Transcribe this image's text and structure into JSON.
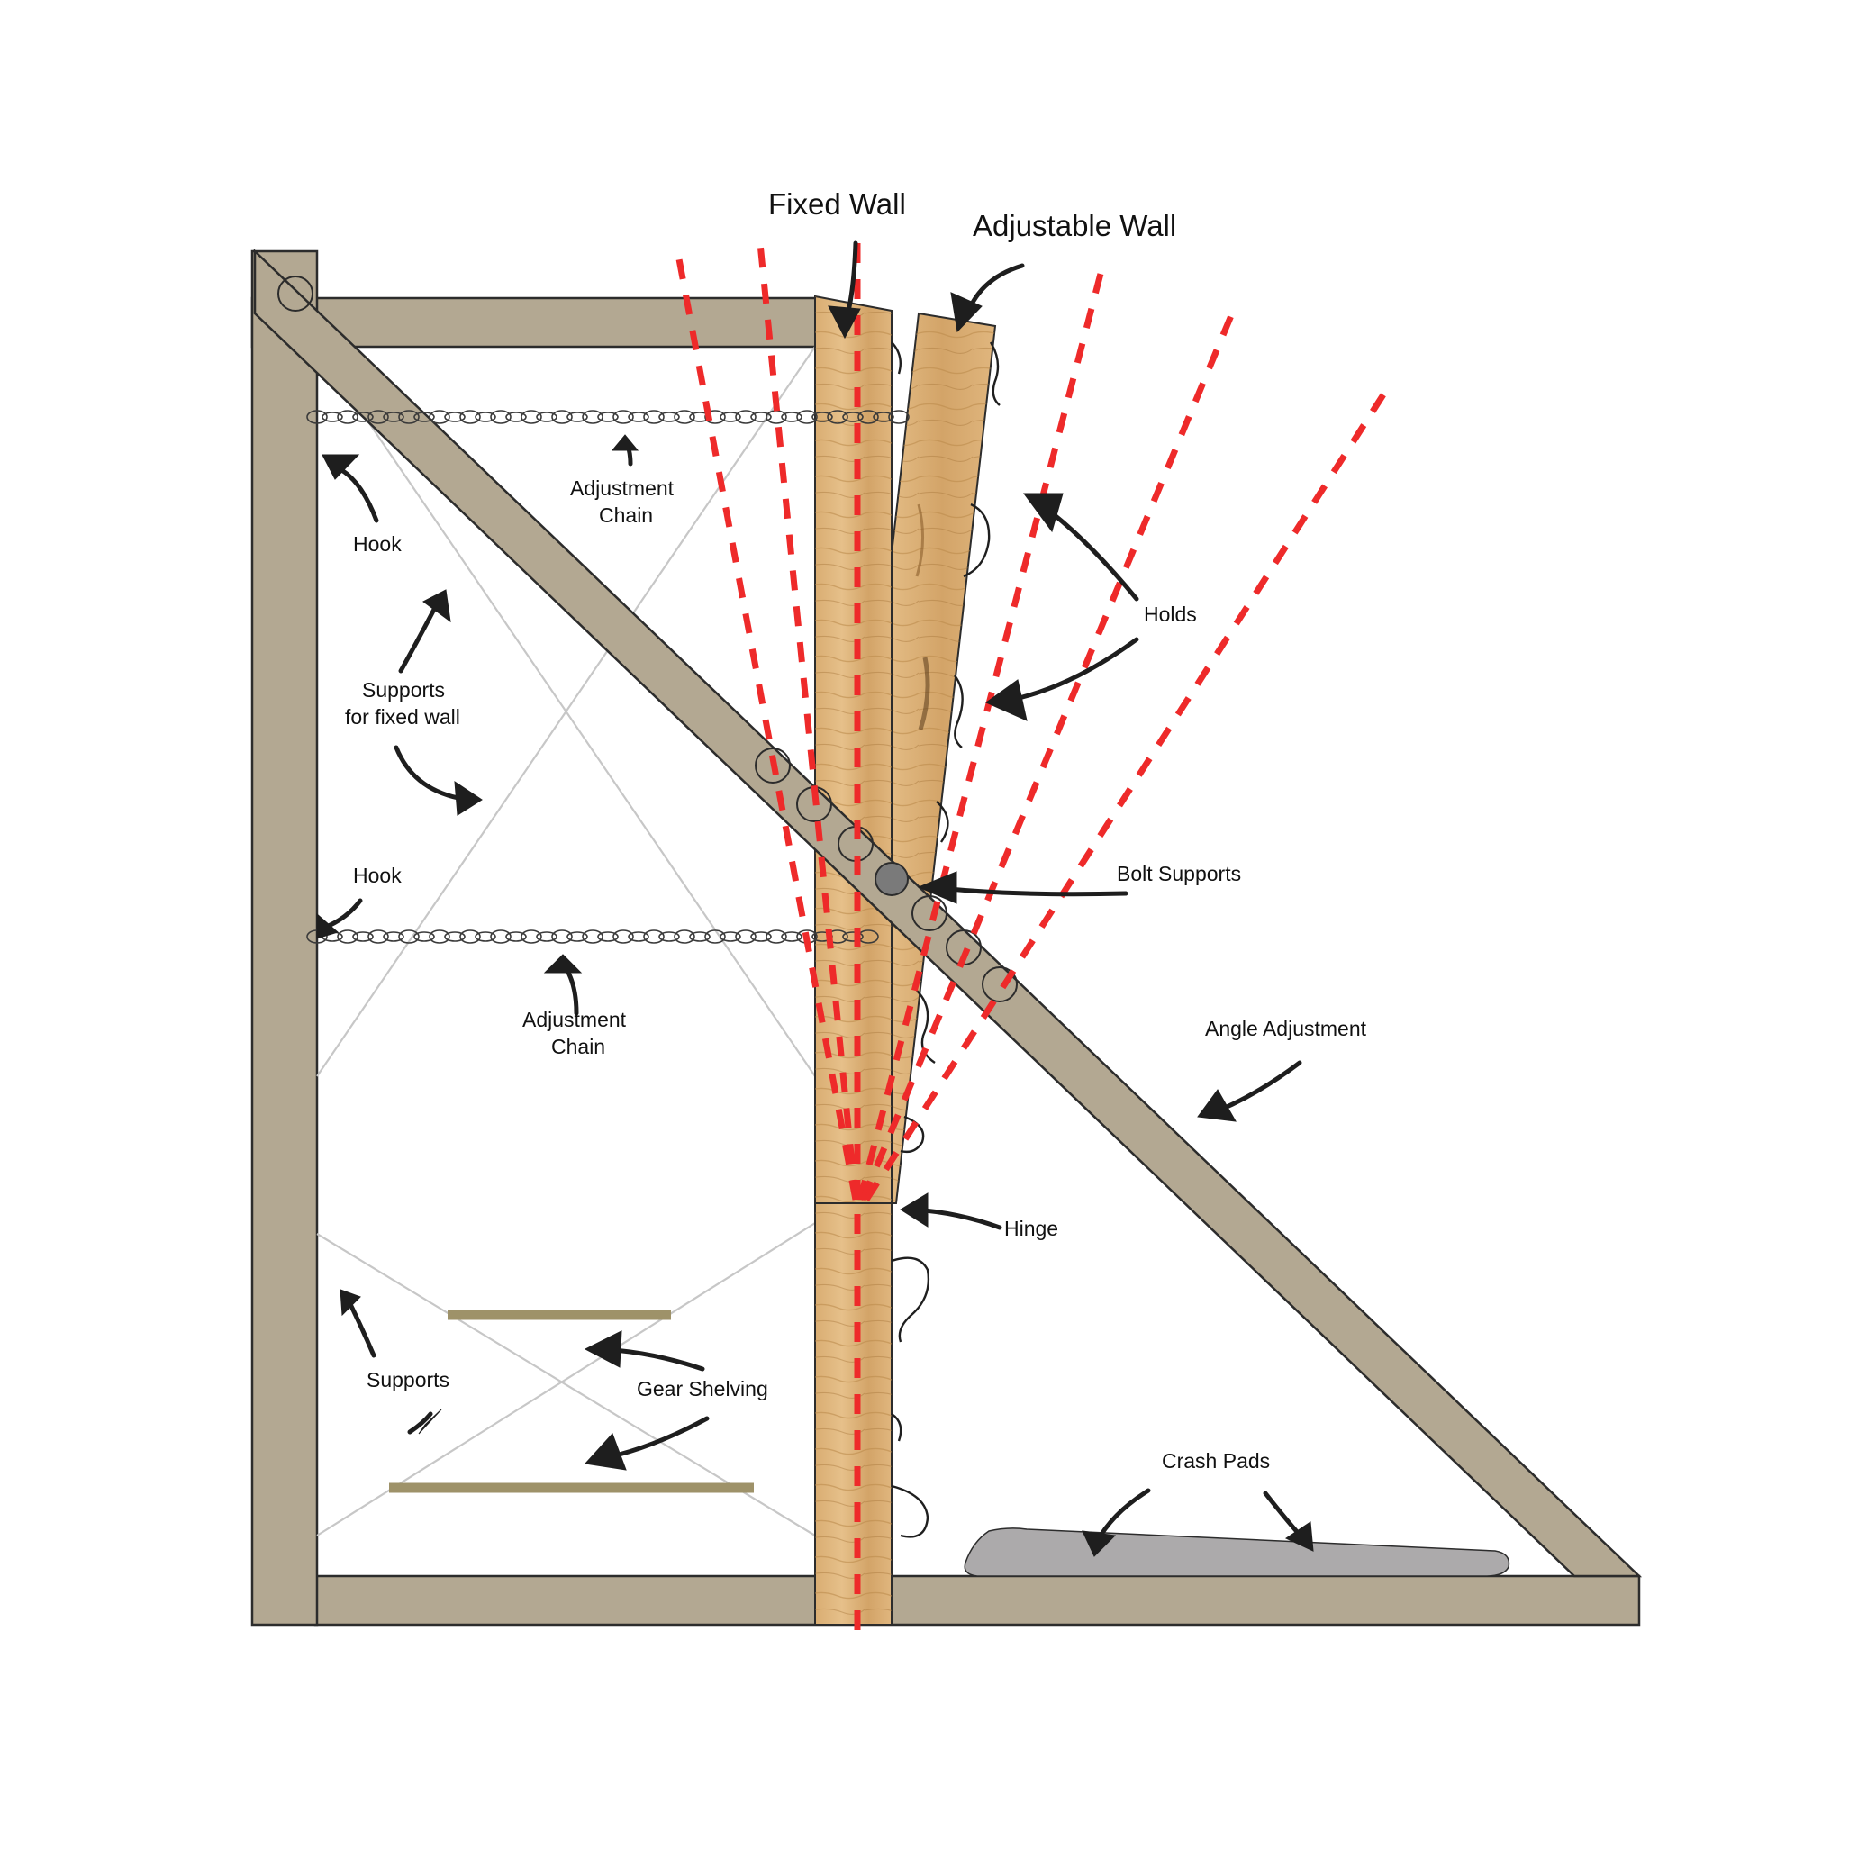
{
  "diagram": {
    "title_fixed_wall": "Fixed Wall",
    "title_adjustable_wall": "Adjustable Wall",
    "labels": {
      "hook_top": "Hook",
      "hook_mid": "Hook",
      "adjustment_chain_top_1": "Adjustment",
      "adjustment_chain_top_2": "Chain",
      "adjustment_chain_mid_1": "Adjustment",
      "adjustment_chain_mid_2": "Chain",
      "supports_fixed_1": "Supports",
      "supports_fixed_2": "for fixed wall",
      "supports": "Supports",
      "gear_shelving": "Gear Shelving",
      "holds": "Holds",
      "bolt_supports": "Bolt Supports",
      "angle_adjustment": "Angle Adjustment",
      "hinge": "Hinge",
      "crash_pads": "Crash Pads"
    },
    "colors": {
      "frame": "#b3a892",
      "outline": "#2c2c2c",
      "wood_light": "#dfb57a",
      "wood_dark": "#c8955a",
      "angle_lines": "#ee2a2a",
      "braces": "#c7c7c7",
      "shelf": "#9e9269",
      "crash_pad": "#acaaab",
      "bolt_filled": "#7a7a7a"
    }
  }
}
